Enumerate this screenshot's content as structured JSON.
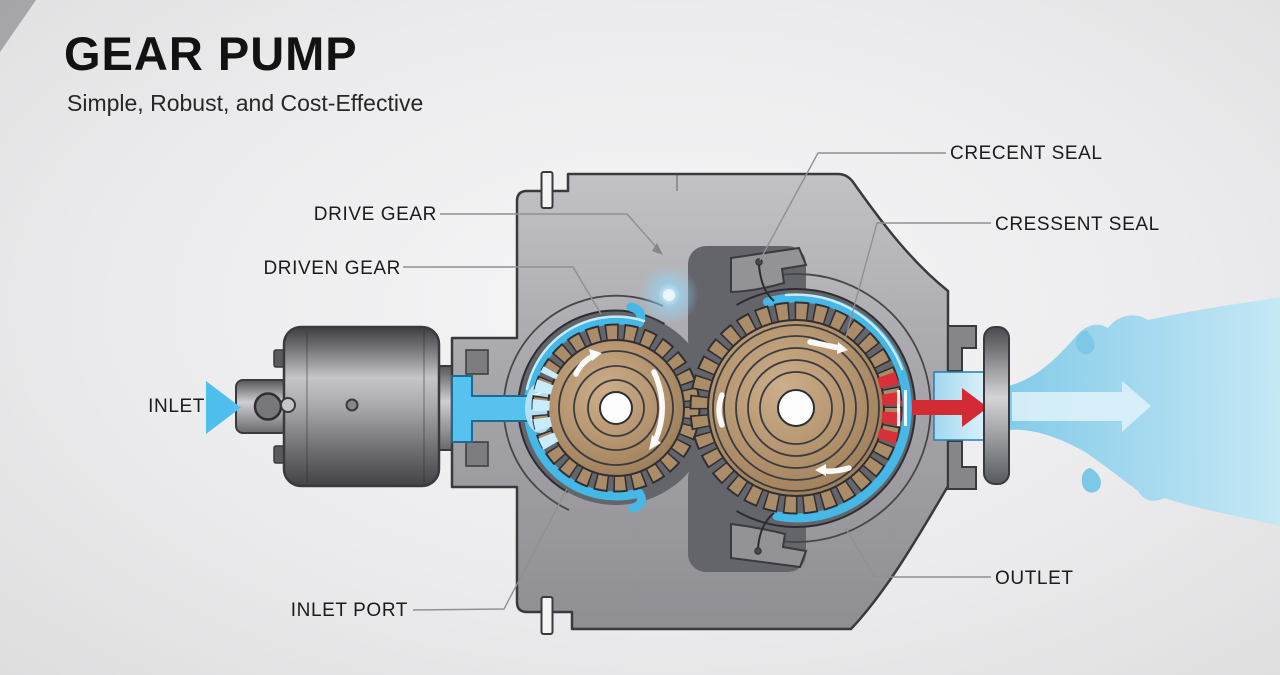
{
  "header": {
    "title": "GEAR PUMP",
    "subtitle": "Simple, Robust, and Cost-Effective"
  },
  "labels": {
    "drive_gear": "DRIVE GEAR",
    "driven_gear": "DRIVEN GEAR",
    "crecent_seal": "CRECENT SEAL",
    "cressent_seal": "CRESSENT SEAL",
    "inlet": "INLET",
    "inlet_port": "INLET PORT",
    "outlet": "OUTLET"
  },
  "colors": {
    "fluid_blue": "#45b8e8",
    "fluid_light_blue": "#b5e4f7",
    "splash_blue": "#8fd0e8",
    "outlet_red": "#d42a33",
    "gear_bronze": "#ab8c68",
    "housing_gray": "#a6a6ab",
    "bore_gray": "#64646b",
    "background_gray": "#ececee",
    "label_text": "#1b1b1b"
  }
}
